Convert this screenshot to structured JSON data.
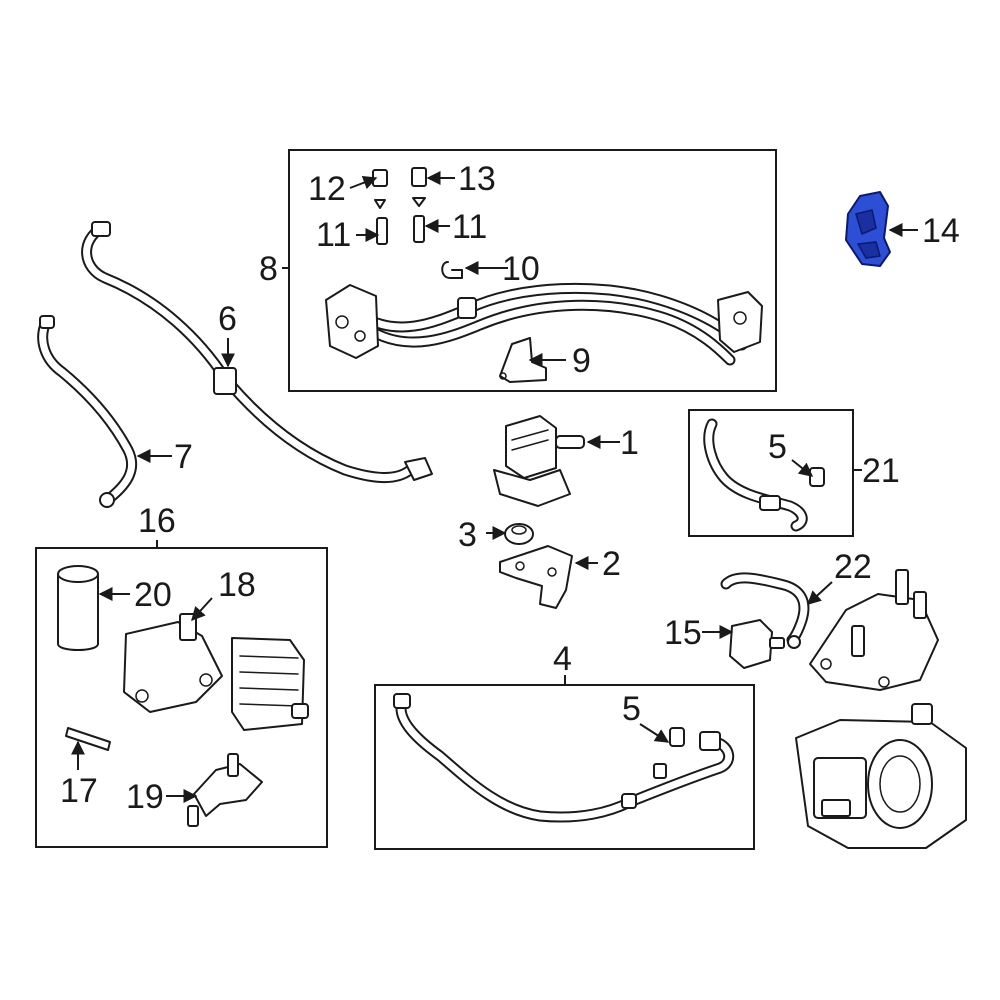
{
  "colors": {
    "line": "#1a1a1a",
    "highlight": "#2d4fd6",
    "highlight_dark": "#1a2fa0",
    "background": "#ffffff"
  },
  "callouts": {
    "c1": "1",
    "c2": "2",
    "c3": "3",
    "c4": "4",
    "c5_upper": "5",
    "c5_lower": "5",
    "c6": "6",
    "c7": "7",
    "c8": "8",
    "c9": "9",
    "c10": "10",
    "c11_left": "11",
    "c11_right": "11",
    "c12": "12",
    "c13": "13",
    "c14": "14",
    "c15": "15",
    "c16": "16",
    "c17": "17",
    "c18": "18",
    "c19": "19",
    "c20": "20",
    "c21": "21",
    "c22": "22"
  },
  "highlighted_part": "14"
}
